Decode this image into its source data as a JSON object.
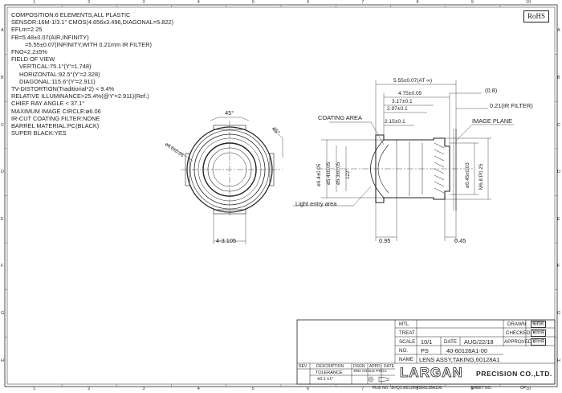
{
  "rohs_badge": "RoHS",
  "notes": [
    "COMPOSITION:6 ELEMENTS,ALL PLASTIC",
    "SENSOR:16M-1/3.1\" CMOS(4.656x3.496,DIAGONAL=5.822)",
    "EFLm=2.25",
    "FB=5.48±0.07(AIR,INFINITY)",
    "=5.55±0.07(INFINITY,WITH 0.21mm IR FILTER)",
    "FNO=2.2±5%",
    "FIELD OF VIEW",
    "VERTICAL:75.1°(Y'=1.748)",
    "HORIZONTAL:92.5°(Y'=2.328)",
    "DIAGONAL:115.6°(Y'=2.911)",
    "TV-DISTORTION(Traditional*2) < 9.4%",
    "RELATIVE ILLUMINANCE>25.4%(@Y'=2.911)(Ref.)",
    "CHIEF RAY ANGLE < 37.1°",
    "MAXIMUM IMAGE CIRCLE:ø6.06",
    "IR-CUT COATING FILTER:NONE",
    "BARREL MATERIAL:PC(BLACK)",
    "SUPER BLACK:YES"
  ],
  "front_view": {
    "angle_top": "45°",
    "angle_right": "45°",
    "diameter": "ø6.6±0.05",
    "flats": "4-3.105"
  },
  "side_view": {
    "dim_total": "5.55±0.07(AT ∞)",
    "dim_4_75": "4.75±0.05",
    "dim_3_17": "3.17±0.1",
    "dim_2_97": "2.97±0.1",
    "dim_2_15": "2.15±0.1",
    "dim_0_8": "(0.8)",
    "dim_ir": "0.21(IR FILTER)",
    "coating_area": "COATING AREA",
    "image_plane": "IMAGE PLANE",
    "light_entry": "Light entry area",
    "dia_6_4": "ø6.4±0.05",
    "dia_5_4": "ø5.4±0.05",
    "dia_5_3": "ø5.3±0.05",
    "angle_122": "122°",
    "dia_6_45": "ø6.45±0.03",
    "thread": "M6.8 P0.25",
    "dim_0_95": "0.95",
    "dim_0_45": "0.45"
  },
  "title_block": {
    "mtl_label": "MTL",
    "treat_label": "TREAT",
    "scale_label": "SCALE",
    "scale_value": "10/1",
    "date_label": "DATE",
    "date_value": "AUG/22/18",
    "no_label": "NO.",
    "no_value": "PS",
    "drawing_no": "40-60128A1-00",
    "name_label": "NAME",
    "name_value": "LENS ASSY,TAKING,60128A1",
    "drawn_label": "DRAWN",
    "checked_label": "CHECKED",
    "approved_label": "APPROVED",
    "stamp_drawn": "羅鈺航",
    "stamp_checked": "官厚緯",
    "stamp_approved": "官厚緯",
    "rev_label": "REV",
    "desc_label": "DESCRIPTION",
    "dsgn_label": "DSGN",
    "appd_label": "APPD",
    "rev_date_label": "DATE",
    "tolerance_label": "TOLERANCE",
    "tolerance_value": "±0.1 ±1°",
    "projection": "3RD ANGLE PROJ.",
    "company_logo": "LARGAN",
    "company_name": "PRECISION CO.,LTD.",
    "file_no": "FILE NO. \\D#QC\\60128\\PS60128A100",
    "sheet_no": "SHEET NO.",
    "sheet_value": "OF"
  },
  "grid": {
    "top": [
      "1",
      "2",
      "3",
      "4",
      "5",
      "6",
      "7",
      "8",
      "9",
      "10"
    ],
    "side": [
      "A",
      "B",
      "C",
      "D",
      "E",
      "F",
      "G",
      "H"
    ]
  }
}
